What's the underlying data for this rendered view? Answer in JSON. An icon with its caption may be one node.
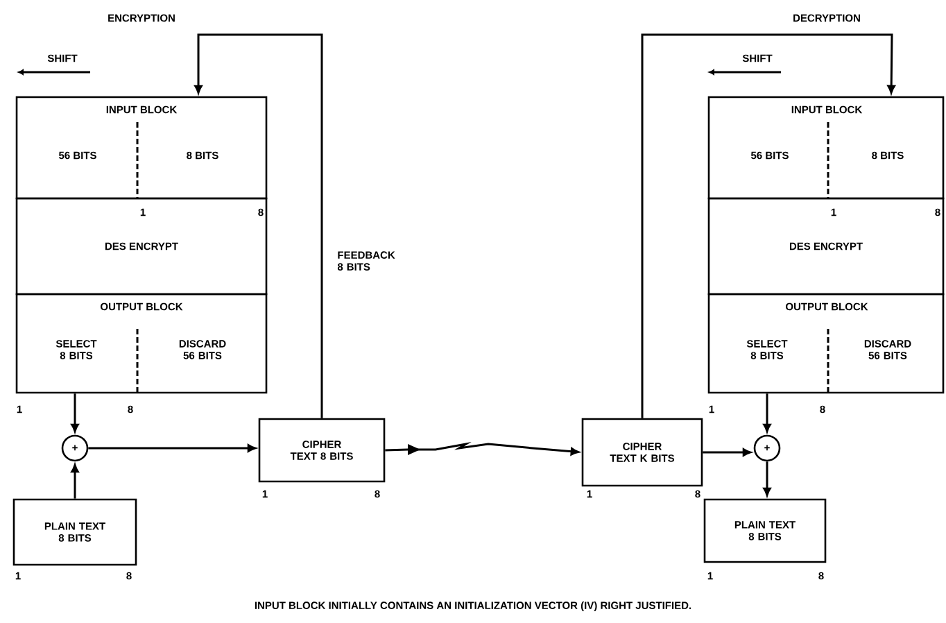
{
  "diagram": {
    "nodes": [
      {
        "text": [
          "INPUT BLOCK",
          "56 BITS",
          "8 BITS"
        ]
      },
      {
        "text": [
          "DES ENCRYPT"
        ]
      },
      {
        "text": [
          "OUTPUT BLOCK",
          "SELECT 8 BITS",
          "DISCARD 56 BITS"
        ]
      },
      {
        "text": [
          "+"
        ]
      },
      {
        "text": [
          "PLAIN TEXT 8 BITS"
        ]
      },
      {
        "text": [
          "CIPHER TEXT 8 BITS"
        ]
      },
      {
        "text": [
          "CIPHER TEXT K BITS"
        ]
      },
      {
        "text": [
          "INPUT BLOCK",
          "56 BITS",
          "8 BITS"
        ]
      },
      {
        "text": [
          "DES ENCRYPT"
        ]
      },
      {
        "text": [
          "OUTPUT BLOCK",
          "SELECT 8 BITS",
          "DISCARD 56 BITS"
        ]
      },
      {
        "text": [
          "+"
        ]
      },
      {
        "text": [
          "PLAIN TEXT 8 BITS"
        ]
      }
    ],
    "edges": [
      {
        "from": 2,
        "to": 3,
        "arrow": "to"
      },
      {
        "from": 4,
        "to": 3,
        "arrow": "to"
      },
      {
        "from": 3,
        "to": 5,
        "arrow": "to"
      },
      {
        "from": 5,
        "to": 0,
        "arrow": "to",
        "label": "FEEDBACK 8 BITS"
      },
      {
        "from": 5,
        "to": 6,
        "arrow": "to"
      },
      {
        "from": 6,
        "to": 7,
        "arrow": "to"
      },
      {
        "from": 9,
        "to": 10,
        "arrow": "to"
      },
      {
        "from": 6,
        "to": 10,
        "arrow": "to"
      },
      {
        "from": 10,
        "to": 11,
        "arrow": "to"
      }
    ],
    "labels": [
      "ENCRYPTION",
      "DECRYPTION",
      "SHIFT",
      "SHIFT",
      "1",
      "8",
      "1",
      "8",
      "1",
      "8",
      "1",
      "8",
      "1",
      "8",
      "1",
      "8",
      "1",
      "8",
      "1",
      "8",
      "INPUT BLOCK INITIALLY CONTAINS AN INITIALIZATION VECTOR (IV) RIGHT JUSTIFIED."
    ]
  }
}
